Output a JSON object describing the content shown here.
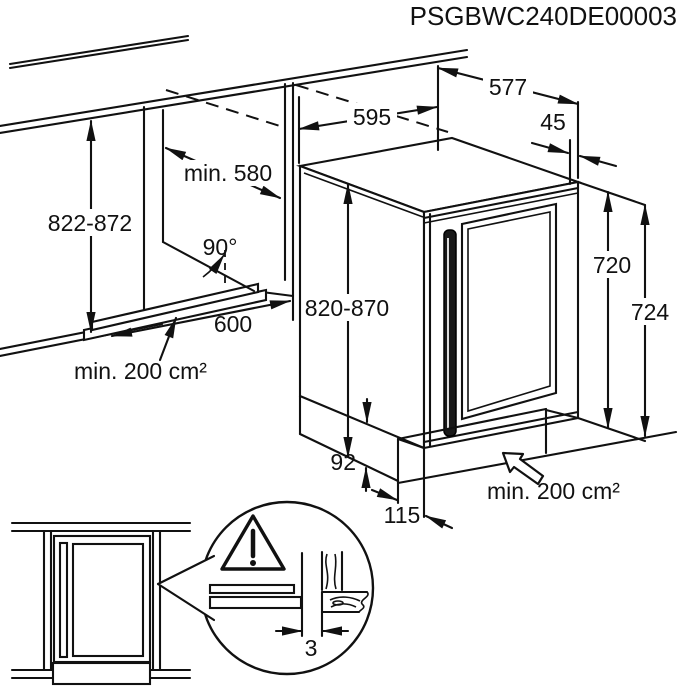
{
  "title": "PSGBWC240DE00003",
  "labels": {
    "niche_width": "595",
    "top_depth": "577",
    "rear_gap": "45",
    "niche_depth": "min. 580",
    "niche_height": "822-872",
    "door_angle": "90°",
    "appliance_height": "820-870",
    "height_to_top": "720",
    "overall_height": "724",
    "vent_cutout_width": "600",
    "vent_area_plinth": "min. 200 cm²",
    "vent_area_rear": "min. 200 cm²",
    "plinth_height": "92",
    "plinth_depth": "115",
    "door_side_clearance": "3"
  }
}
